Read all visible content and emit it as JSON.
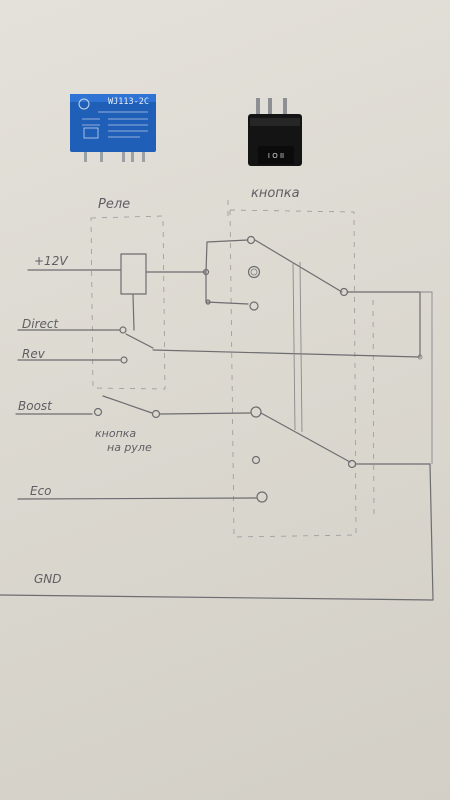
{
  "relay_component": {
    "model": "WJ113-2C",
    "body_color": "#1f5fb8",
    "pin_color": "#9aa0a4"
  },
  "switch_component": {
    "button_label": "I O II",
    "body_color": "#141414"
  },
  "labels": {
    "relay_block": "Реле",
    "switch_block": "кнопка",
    "supply": "+12V",
    "direct": "Direct",
    "rev": "Rev",
    "boost": "Boost",
    "wheel_button_line1": "кнопка",
    "wheel_button_line2": "на руле",
    "eco": "Eco",
    "gnd": "GND"
  },
  "colors": {
    "paper": "#dcd9d1",
    "ink": "#6e6d70"
  }
}
